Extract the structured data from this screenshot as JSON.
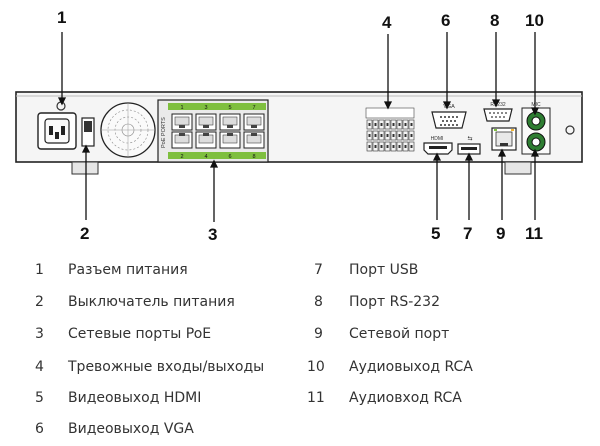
{
  "callouts": {
    "c1": "1",
    "c2": "2",
    "c3": "3",
    "c4": "4",
    "c5": "5",
    "c6": "6",
    "c7": "7",
    "c8": "8",
    "c9": "9",
    "c10": "10",
    "c11": "11"
  },
  "panel_labels": {
    "poe_ports": "PoE PORTS",
    "poe_top": [
      "1",
      "3",
      "5",
      "7"
    ],
    "poe_bottom": [
      "2",
      "4",
      "6",
      "8"
    ],
    "vga": "VGA",
    "rs232": "RS232",
    "mic": "MIC"
  },
  "legend": {
    "items": [
      {
        "num": "1",
        "text": "Разъем питания"
      },
      {
        "num": "2",
        "text": "Выключатель питания"
      },
      {
        "num": "3",
        "text": "Сетевые порты PoE"
      },
      {
        "num": "4",
        "text": "Тревожные входы/выходы"
      },
      {
        "num": "5",
        "text": "Видеовыход HDMI"
      },
      {
        "num": "6",
        "text": "Видеовыход VGA"
      },
      {
        "num": "7",
        "text": "Порт USB"
      },
      {
        "num": "8",
        "text": "Порт RS-232"
      },
      {
        "num": "9",
        "text": "Сетевой порт"
      },
      {
        "num": "10",
        "text": "Аудиовыход RCA"
      },
      {
        "num": "11",
        "text": "Аудиовход RCA"
      }
    ]
  },
  "colors": {
    "panel": "#f4f4f4",
    "outline": "#222222",
    "poe_green": "#7fbf3f",
    "rca_ring": "#2e7d32"
  }
}
